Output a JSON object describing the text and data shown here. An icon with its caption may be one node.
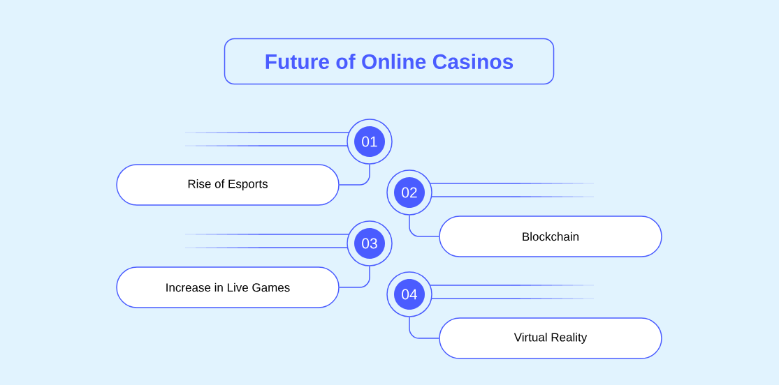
{
  "diagram": {
    "title": "Future of Online Casinos",
    "nodes": [
      {
        "text": [
          "01"
        ]
      },
      {
        "text": [
          "Rise of Esports"
        ]
      },
      {
        "text": [
          "02"
        ]
      },
      {
        "text": [
          "Blockchain"
        ]
      },
      {
        "text": [
          "03"
        ]
      },
      {
        "text": [
          "Increase in Live Games"
        ]
      },
      {
        "text": [
          "04"
        ]
      },
      {
        "text": [
          "Virtual Reality"
        ]
      }
    ],
    "edges": [
      {
        "from": 0,
        "to": 1,
        "arrow": "none"
      },
      {
        "from": 2,
        "to": 3,
        "arrow": "none"
      },
      {
        "from": 4,
        "to": 5,
        "arrow": "none"
      },
      {
        "from": 6,
        "to": 7,
        "arrow": "none"
      }
    ]
  }
}
